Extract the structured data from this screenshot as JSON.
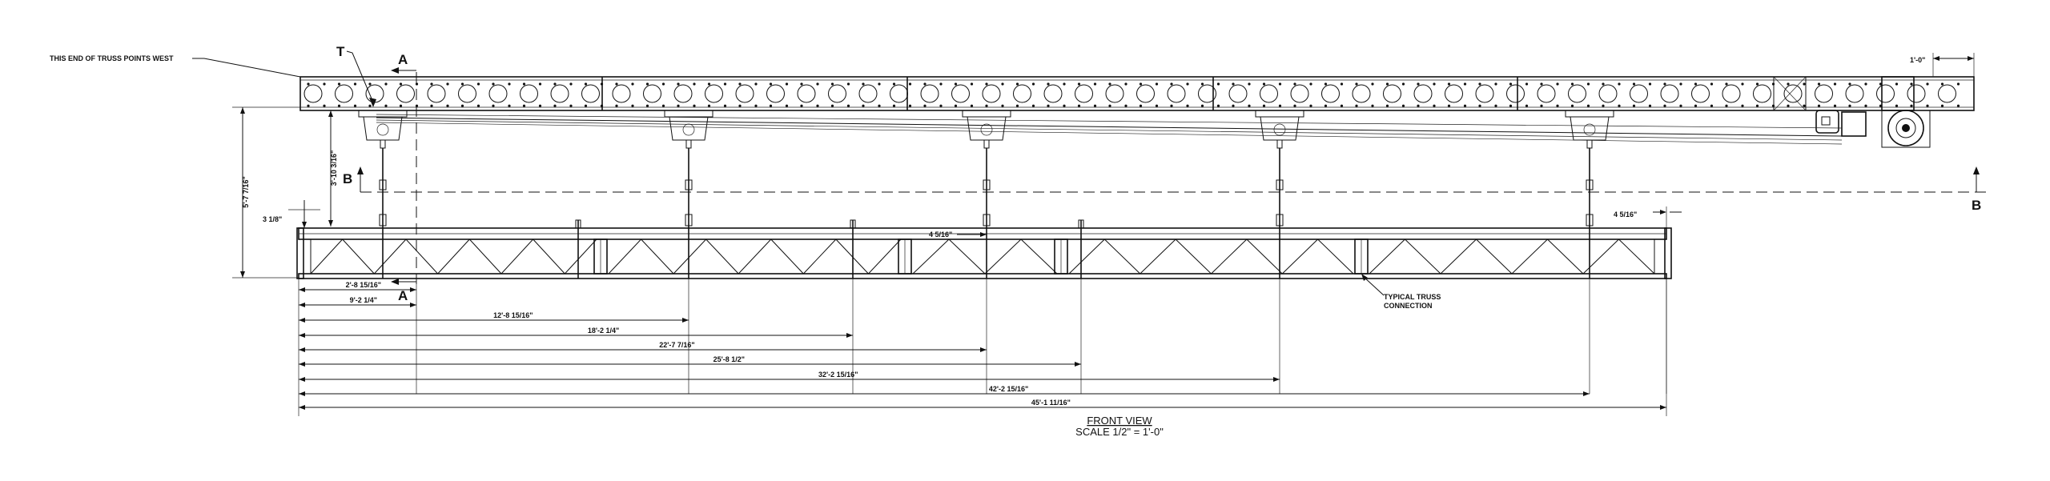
{
  "notes": {
    "truss_west": "THIS END OF TRUSS POINTS WEST",
    "typical_truss_line1": "TYPICAL TRUSS",
    "typical_truss_line2": "CONNECTION"
  },
  "labels": {
    "t": "T",
    "section_a": "A",
    "section_b": "B"
  },
  "dimensions": {
    "overall_height": "5'-7 7/16\"",
    "hanger_drop": "3'-10 3/16\"",
    "left_offset": "3 1/8\"",
    "end_offset": "1'-0\"",
    "mid_gap": "4 5/16\"",
    "right_gap": "4 5/16\"",
    "horizontal": [
      "2'-8 15/16\"",
      "9'-2 1/4\"",
      "12'-8 15/16\"",
      "18'-2 1/4\"",
      "22'-7 7/16\"",
      "25'-8 1/2\"",
      "32'-2 15/16\"",
      "42'-2 15/16\"",
      "45'-1 11/16\""
    ]
  },
  "title_block": {
    "view": "FRONT VIEW",
    "scale": "SCALE 1/2\" = 1'-0\""
  }
}
